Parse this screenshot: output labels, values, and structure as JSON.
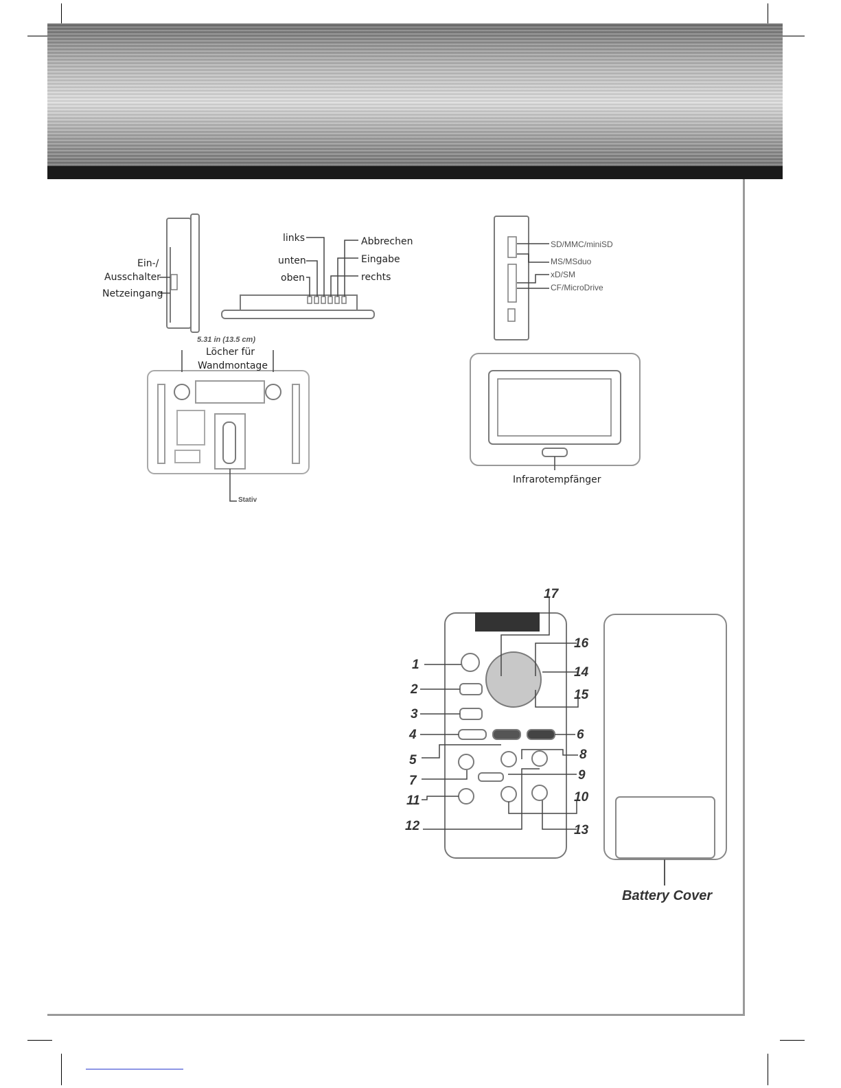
{
  "labels": {
    "links": "links",
    "unten": "unten",
    "oben": "oben",
    "abbrechen": "Abbrechen",
    "eingabe": "Eingabe",
    "rechts": "rechts",
    "ein_aus_1": "Ein-/",
    "ein_aus_2": "Ausschalter",
    "netzeingang": "Netzeingang",
    "dimension": "5.31 in (13.5 cm)",
    "holes_1": "Löcher für",
    "holes_2": "Wandmontage",
    "stand": "Stativ",
    "sd": "SD/MMC/miniSD",
    "ms": "MS/MSduo",
    "xd": "xD/SM",
    "cf": "CF/MicroDrive",
    "ir": "Infrarotempfänger",
    "battery": "Battery Cover"
  },
  "remote_numbers": [
    "1",
    "2",
    "3",
    "4",
    "5",
    "6",
    "7",
    "8",
    "9",
    "10",
    "11",
    "12",
    "13",
    "14",
    "15",
    "16",
    "17"
  ]
}
